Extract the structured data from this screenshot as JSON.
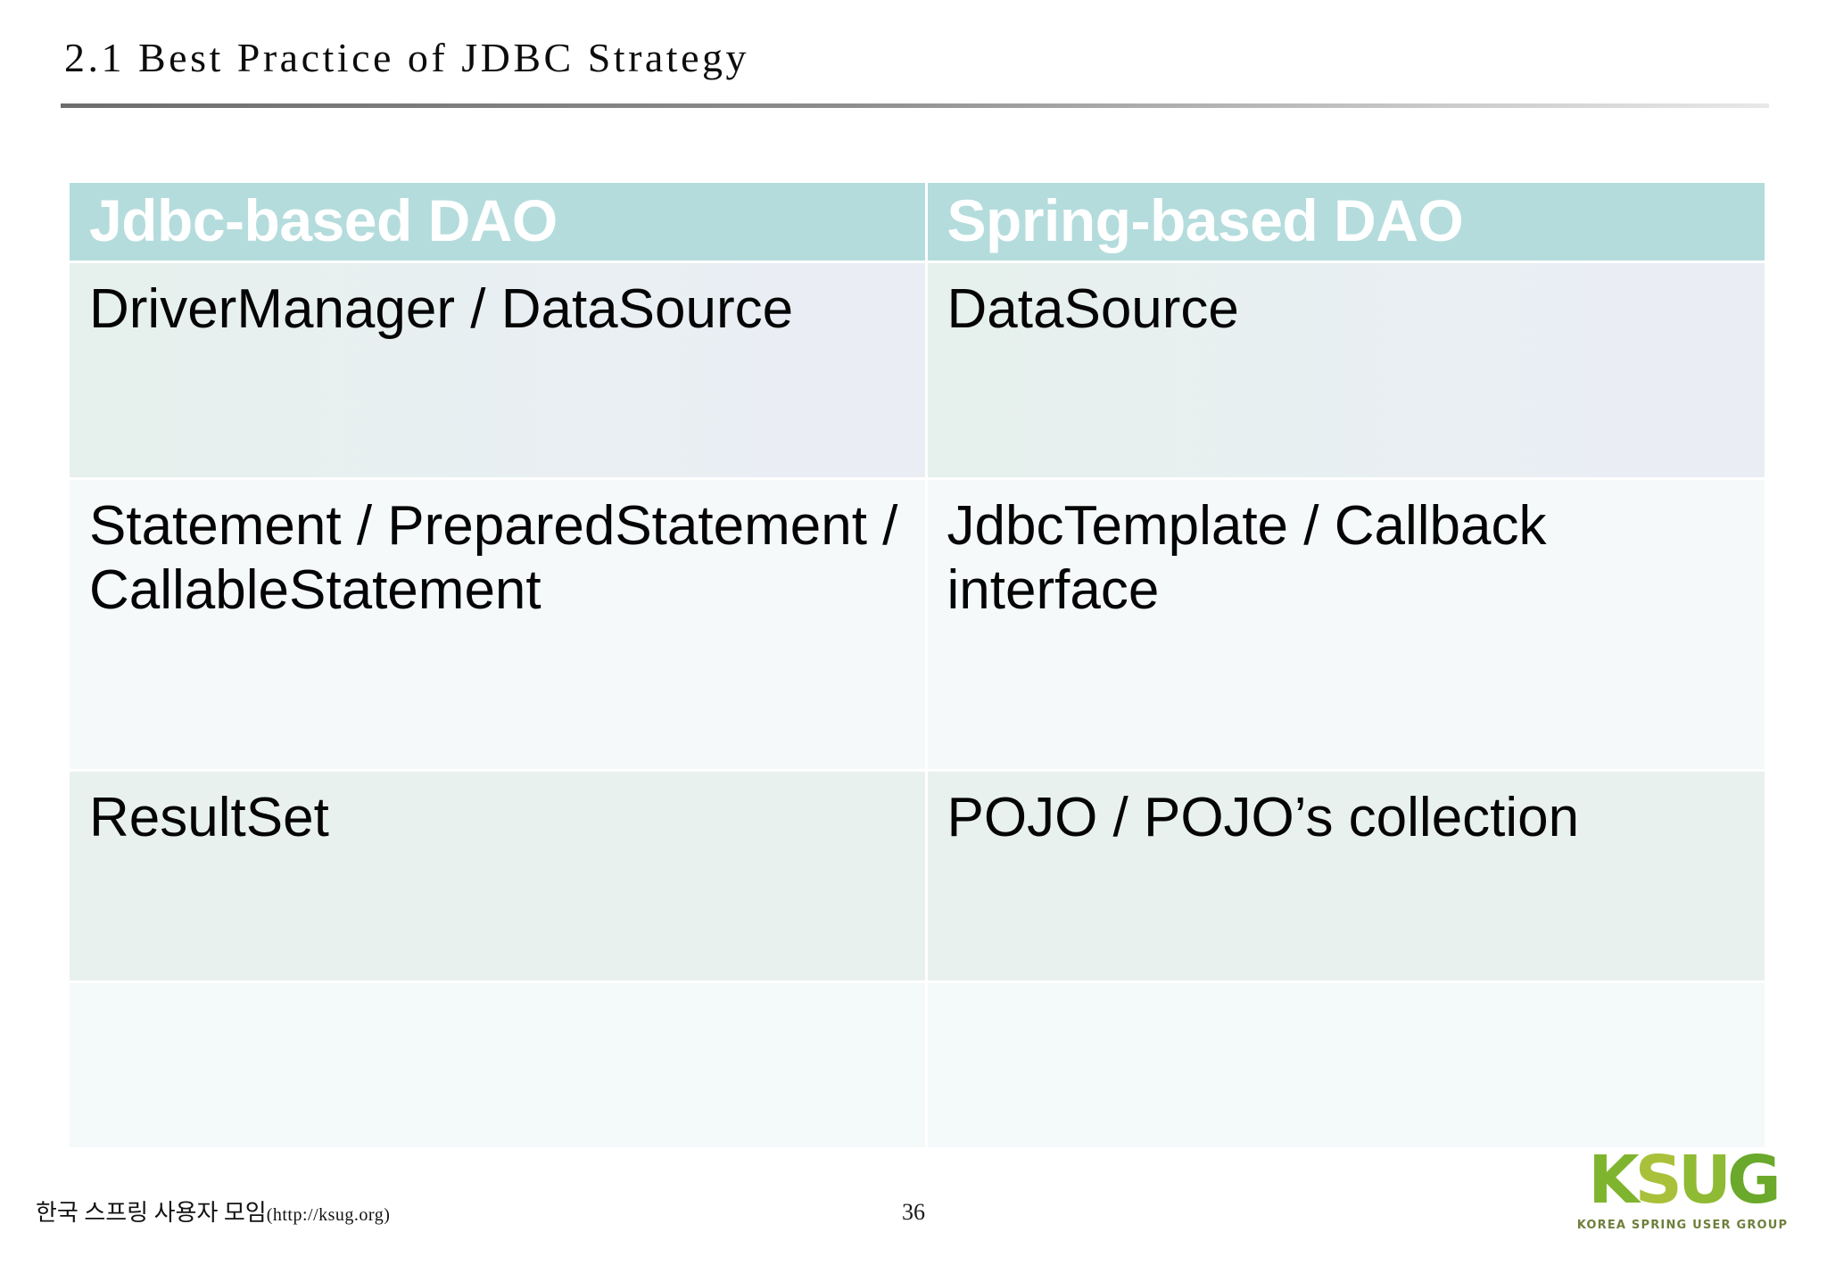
{
  "slide": {
    "title": "2.1 Best Practice of JDBC Strategy",
    "page_number": "36"
  },
  "table": {
    "headers": [
      "Jdbc-based DAO",
      "Spring-based DAO"
    ],
    "rows": [
      {
        "left": "DriverManager / DataSource",
        "right": "DataSource"
      },
      {
        "left": "Statement / PreparedStatement / CallableStatement",
        "right": "JdbcTemplate / Callback interface"
      },
      {
        "left": "ResultSet",
        "right": "POJO / POJO’s collection"
      },
      {
        "left": "",
        "right": ""
      }
    ],
    "colors": {
      "header_bg": "#b4dcdc",
      "header_text": "#ffffff",
      "row1_bg": "#e9eff2",
      "row2_bg": "#f5f9fa",
      "row3_bg": "#e8f1ed",
      "row4_bg": "#f4f9fa",
      "cell_text": "#050505",
      "divider": "#ffffff"
    }
  },
  "footer": {
    "org_name": "한국 스프링 사용자 모임",
    "org_url": "(http://ksug.org)",
    "logo_word": "KSUG",
    "logo_letters": [
      "K",
      "S",
      "U",
      "G"
    ],
    "logo_tagline": "KOREA SPRING USER GROUP",
    "logo_color": "#7fb52e"
  }
}
